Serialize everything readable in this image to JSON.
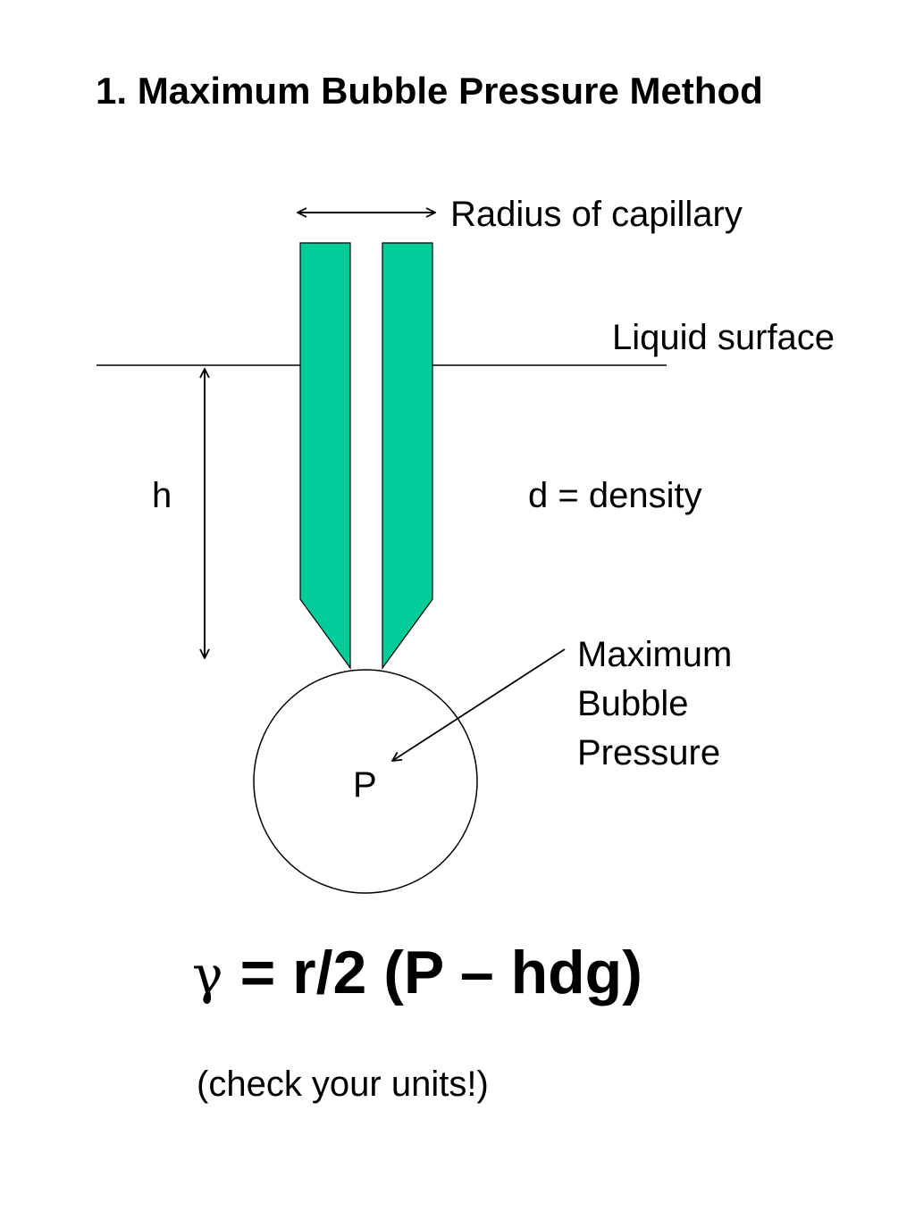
{
  "title": "1. Maximum Bubble Pressure Method",
  "labels": {
    "radius": "Radius of capillary",
    "liquid_surface": "Liquid surface",
    "height": "h",
    "density": "d = density",
    "max_bubble_pressure": [
      "Maximum",
      "Bubble",
      "Pressure"
    ],
    "pressure": "P"
  },
  "formula": {
    "symbol": "γ",
    "expression": " = r/2 (P – hdg)"
  },
  "note": "(check your units!)",
  "colors": {
    "capillary": "#00cc99",
    "line": "#000000",
    "background": "#ffffff"
  }
}
